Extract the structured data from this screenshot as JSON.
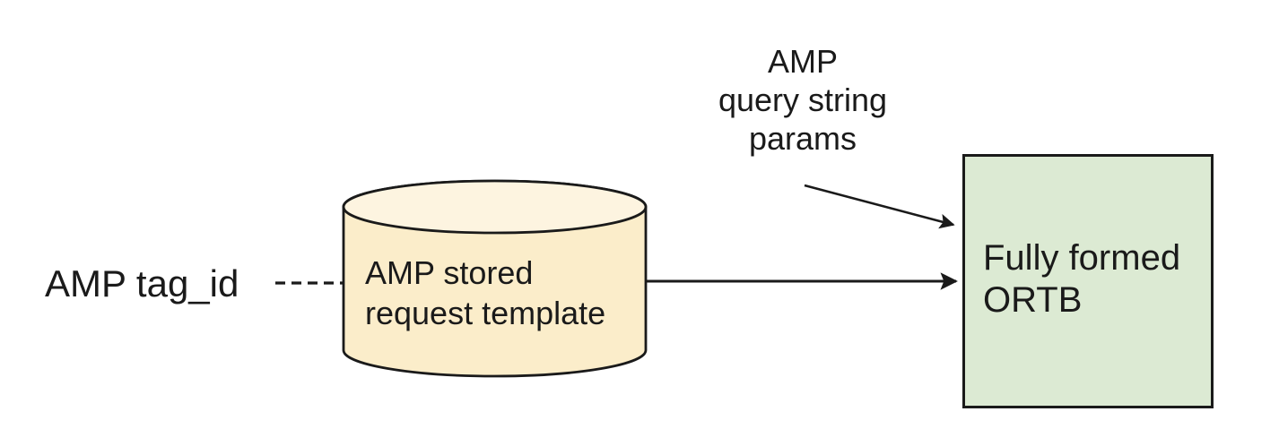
{
  "diagram": {
    "background_color": "#ffffff",
    "stroke_color": "#1a1a1a",
    "text_color": "#1a1a1a",
    "tag_id_label": {
      "text": "AMP tag_id"
    },
    "stored_request_cylinder": {
      "lines": [
        "AMP stored",
        "request template"
      ],
      "fill": "#fbedca",
      "top_fill": "#fdf4e0"
    },
    "ortb_box": {
      "lines": [
        "Fully formed",
        "ORTB"
      ],
      "fill": "#dcead3"
    },
    "query_params_label": {
      "lines": [
        "AMP",
        "query string",
        "params"
      ]
    }
  }
}
